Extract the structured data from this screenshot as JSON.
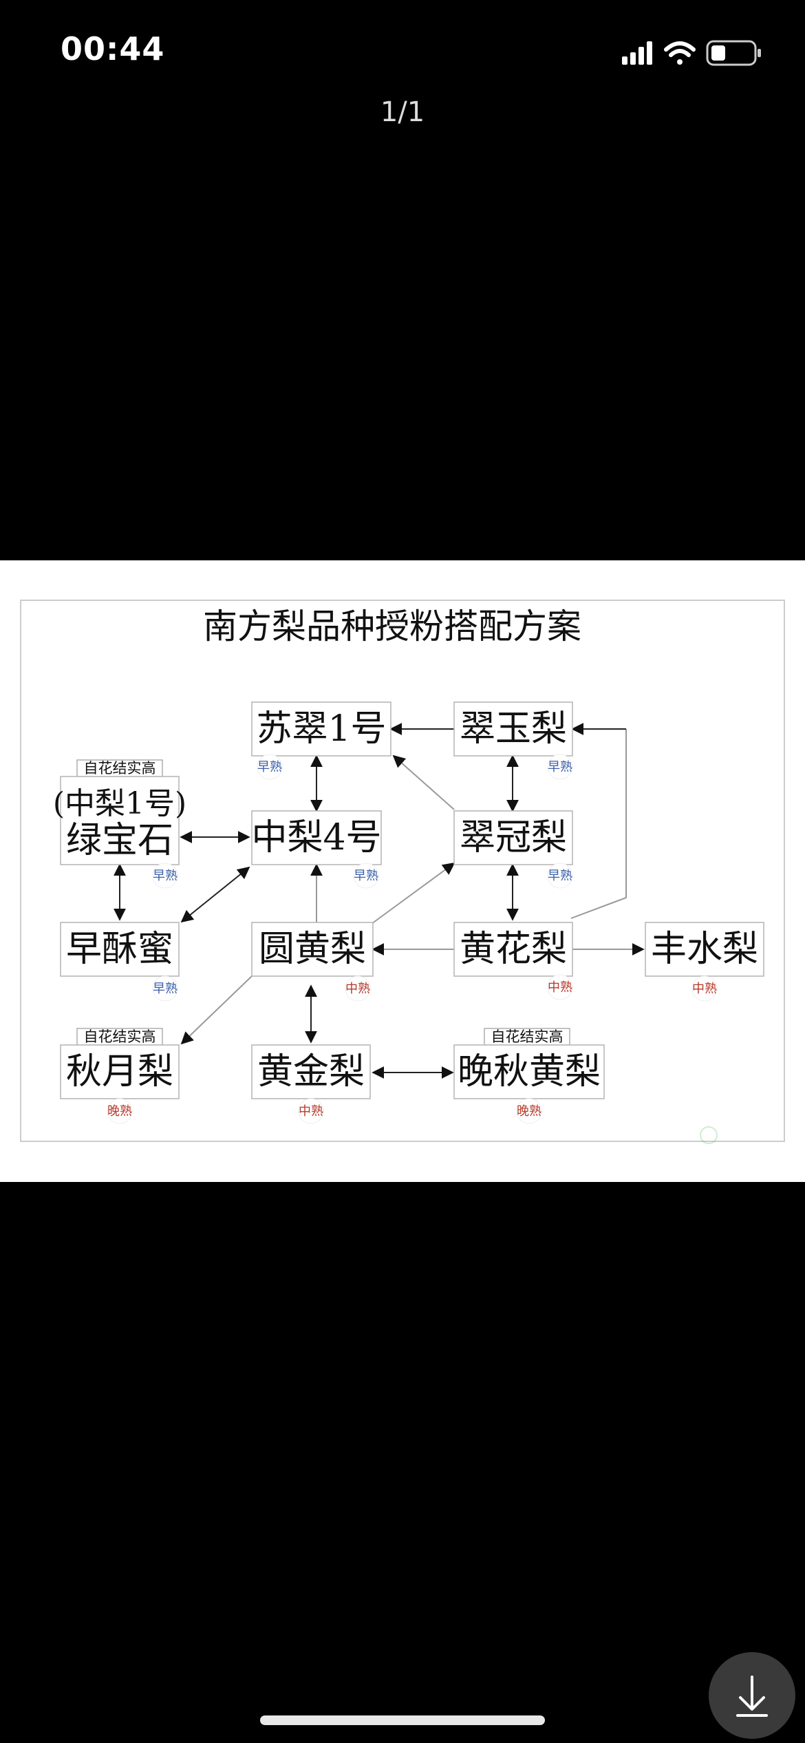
{
  "status_bar": {
    "time": "00:44"
  },
  "viewer": {
    "page_counter": "1/1"
  },
  "diagram": {
    "title": "南方梨品种授粉搭配方案",
    "nodes": {
      "sucui1": {
        "label": "苏翠1号",
        "badge": "早熟"
      },
      "cuiyu": {
        "label": "翠玉梨",
        "badge": "早熟"
      },
      "lvbaoshi": {
        "label_line1": "(中梨1号)",
        "label_line2": "绿宝石",
        "badge": "早熟",
        "tag": "自花结实高"
      },
      "zhongli4": {
        "label": "中梨4号",
        "badge": "早熟"
      },
      "cuiguan": {
        "label": "翠冠梨",
        "badge": "早熟"
      },
      "zaosumi": {
        "label": "早酥蜜",
        "badge": "早熟"
      },
      "yuanhuang": {
        "label": "圆黄梨",
        "badge": "中熟"
      },
      "huanghua": {
        "label": "黄花梨",
        "badge": "中熟"
      },
      "fengshui": {
        "label": "丰水梨",
        "badge": "中熟"
      },
      "qiuyue": {
        "label": "秋月梨",
        "badge": "晚熟",
        "tag": "自花结实高"
      },
      "huangjin": {
        "label": "黄金梨",
        "badge": "中熟"
      },
      "wanqiu": {
        "label": "晚秋黄梨",
        "badge": "晚熟",
        "tag": "自花结实高"
      }
    }
  },
  "colors": {
    "early": "#3a5fa8",
    "mid": "#b53a2a",
    "late": "#b53a2a"
  },
  "icons": [
    "cellular-signal-icon",
    "wifi-icon",
    "battery-icon",
    "download-icon"
  ]
}
